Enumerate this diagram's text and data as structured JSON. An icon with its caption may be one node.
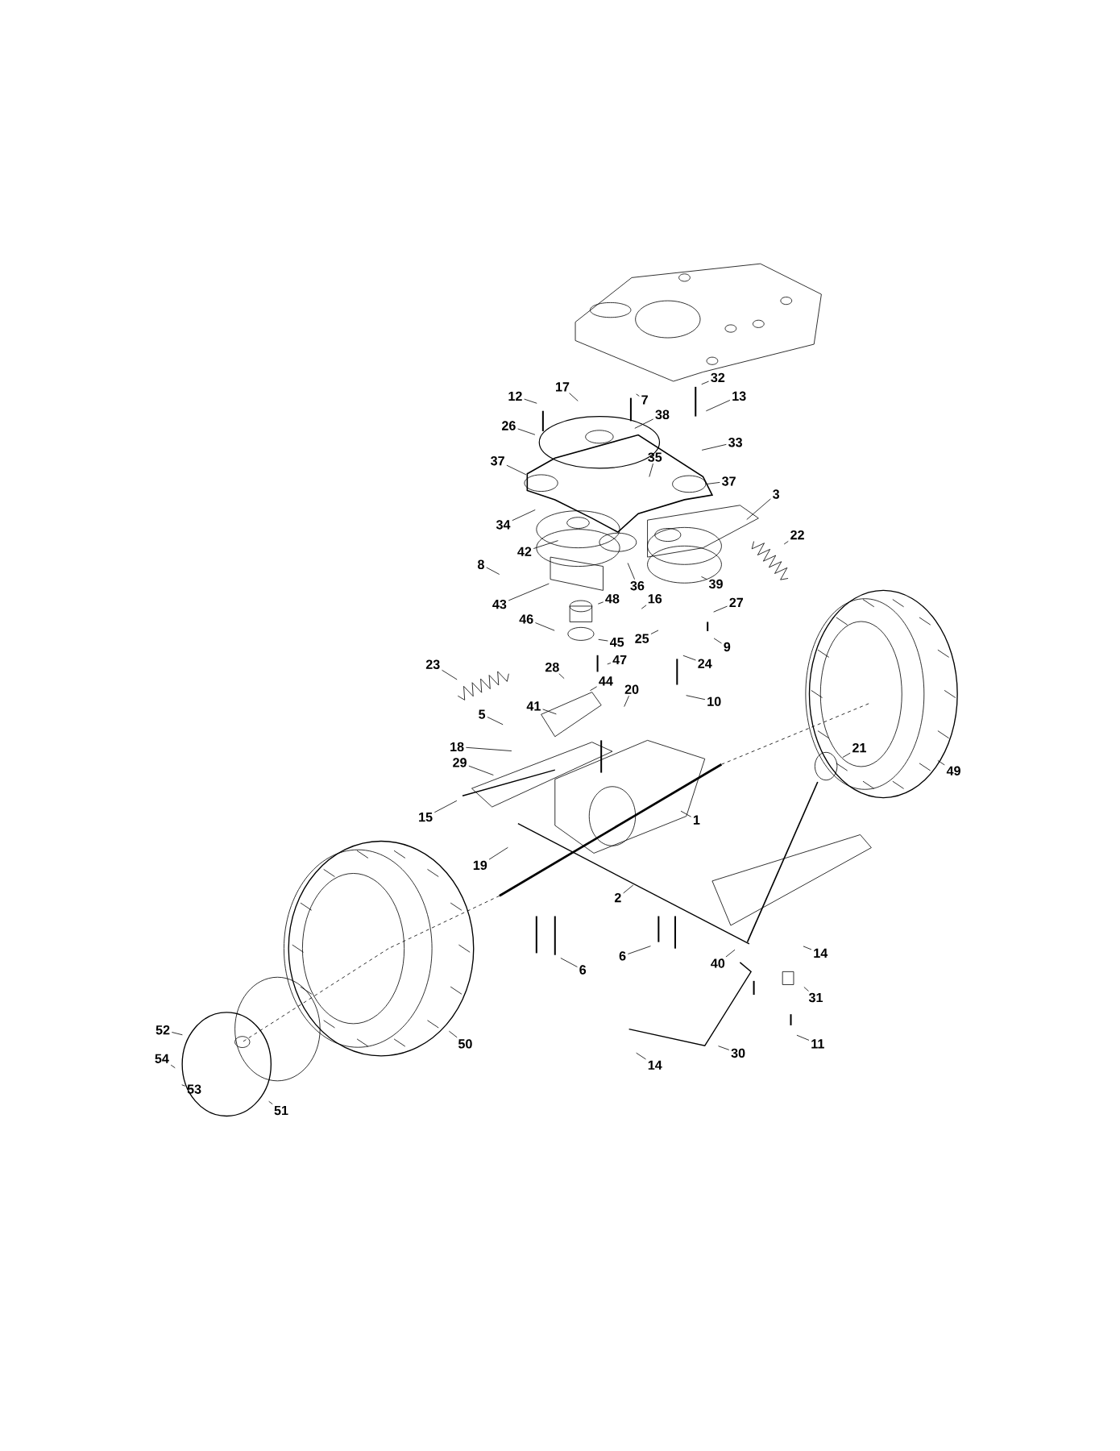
{
  "diagram": {
    "nodes": [
      {
        "text": [
          "17"
        ]
      },
      {
        "text": [
          "7"
        ]
      },
      {
        "text": [
          "32"
        ]
      },
      {
        "text": [
          "13"
        ]
      },
      {
        "text": [
          "12"
        ]
      },
      {
        "text": [
          "26"
        ]
      },
      {
        "text": [
          "38"
        ]
      },
      {
        "text": [
          "33"
        ]
      },
      {
        "text": [
          "37"
        ]
      },
      {
        "text": [
          "35"
        ]
      },
      {
        "text": [
          "37"
        ]
      },
      {
        "text": [
          "3"
        ]
      },
      {
        "text": [
          "34"
        ]
      },
      {
        "text": [
          "42"
        ]
      },
      {
        "text": [
          "22"
        ]
      },
      {
        "text": [
          "8"
        ]
      },
      {
        "text": [
          "43"
        ]
      },
      {
        "text": [
          "36"
        ]
      },
      {
        "text": [
          "39"
        ]
      },
      {
        "text": [
          "48"
        ]
      },
      {
        "text": [
          "16"
        ]
      },
      {
        "text": [
          "27"
        ]
      },
      {
        "text": [
          "46"
        ]
      },
      {
        "text": [
          "25"
        ]
      },
      {
        "text": [
          "9"
        ]
      },
      {
        "text": [
          "45"
        ]
      },
      {
        "text": [
          "47"
        ]
      },
      {
        "text": [
          "24"
        ]
      },
      {
        "text": [
          "23"
        ]
      },
      {
        "text": [
          "28"
        ]
      },
      {
        "text": [
          "44"
        ]
      },
      {
        "text": [
          "20"
        ]
      },
      {
        "text": [
          "10"
        ]
      },
      {
        "text": [
          "41"
        ]
      },
      {
        "text": [
          "5"
        ]
      },
      {
        "text": [
          "18"
        ]
      },
      {
        "text": [
          "29"
        ]
      },
      {
        "text": [
          "21"
        ]
      },
      {
        "text": [
          "49"
        ]
      },
      {
        "text": [
          "1"
        ]
      },
      {
        "text": [
          "15"
        ]
      },
      {
        "text": [
          "19"
        ]
      },
      {
        "text": [
          "2"
        ]
      },
      {
        "text": [
          "14"
        ]
      },
      {
        "text": [
          "6"
        ]
      },
      {
        "text": [
          "6"
        ]
      },
      {
        "text": [
          "40"
        ]
      },
      {
        "text": [
          "31"
        ]
      },
      {
        "text": [
          "11"
        ]
      },
      {
        "text": [
          "30"
        ]
      },
      {
        "text": [
          "14"
        ]
      },
      {
        "text": [
          "50"
        ]
      },
      {
        "text": [
          "52"
        ]
      },
      {
        "text": [
          "54"
        ]
      },
      {
        "text": [
          "53"
        ]
      },
      {
        "text": [
          "51"
        ]
      }
    ],
    "edges": [
      {
        "from": 0,
        "to": null,
        "arrow": "none"
      },
      {
        "from": 1,
        "to": null,
        "arrow": "none"
      },
      {
        "from": 2,
        "to": null,
        "arrow": "none"
      },
      {
        "from": 3,
        "to": null,
        "arrow": "none"
      },
      {
        "from": 4,
        "to": null,
        "arrow": "none"
      },
      {
        "from": 5,
        "to": null,
        "arrow": "none"
      },
      {
        "from": 6,
        "to": null,
        "arrow": "none"
      },
      {
        "from": 7,
        "to": null,
        "arrow": "none"
      },
      {
        "from": 8,
        "to": null,
        "arrow": "none"
      },
      {
        "from": 9,
        "to": null,
        "arrow": "none"
      },
      {
        "from": 10,
        "to": null,
        "arrow": "none"
      },
      {
        "from": 11,
        "to": null,
        "arrow": "none"
      },
      {
        "from": 12,
        "to": null,
        "arrow": "none"
      },
      {
        "from": 13,
        "to": null,
        "arrow": "none"
      },
      {
        "from": 14,
        "to": null,
        "arrow": "none"
      },
      {
        "from": 15,
        "to": null,
        "arrow": "none"
      },
      {
        "from": 16,
        "to": null,
        "arrow": "none"
      },
      {
        "from": 17,
        "to": null,
        "arrow": "none"
      },
      {
        "from": 18,
        "to": null,
        "arrow": "none"
      },
      {
        "from": 19,
        "to": null,
        "arrow": "none"
      },
      {
        "from": 20,
        "to": null,
        "arrow": "none"
      },
      {
        "from": 21,
        "to": null,
        "arrow": "none"
      },
      {
        "from": 22,
        "to": null,
        "arrow": "none"
      },
      {
        "from": 23,
        "to": null,
        "arrow": "none"
      },
      {
        "from": 24,
        "to": null,
        "arrow": "none"
      },
      {
        "from": 25,
        "to": null,
        "arrow": "none"
      },
      {
        "from": 26,
        "to": null,
        "arrow": "none"
      },
      {
        "from": 27,
        "to": null,
        "arrow": "none"
      },
      {
        "from": 28,
        "to": null,
        "arrow": "none"
      },
      {
        "from": 29,
        "to": null,
        "arrow": "none"
      },
      {
        "from": 30,
        "to": null,
        "arrow": "none"
      },
      {
        "from": 31,
        "to": null,
        "arrow": "none"
      },
      {
        "from": 32,
        "to": null,
        "arrow": "none"
      },
      {
        "from": 33,
        "to": null,
        "arrow": "none"
      },
      {
        "from": 34,
        "to": null,
        "arrow": "none"
      },
      {
        "from": 35,
        "to": null,
        "arrow": "none"
      },
      {
        "from": 36,
        "to": null,
        "arrow": "none"
      },
      {
        "from": 37,
        "to": null,
        "arrow": "none"
      },
      {
        "from": 38,
        "to": null,
        "arrow": "none"
      },
      {
        "from": 39,
        "to": null,
        "arrow": "none"
      },
      {
        "from": 40,
        "to": null,
        "arrow": "none"
      },
      {
        "from": 41,
        "to": null,
        "arrow": "none"
      },
      {
        "from": 42,
        "to": null,
        "arrow": "none"
      },
      {
        "from": 43,
        "to": null,
        "arrow": "none"
      },
      {
        "from": 44,
        "to": null,
        "arrow": "none"
      },
      {
        "from": 45,
        "to": null,
        "arrow": "none"
      },
      {
        "from": 46,
        "to": null,
        "arrow": "none"
      },
      {
        "from": 47,
        "to": null,
        "arrow": "none"
      },
      {
        "from": 48,
        "to": null,
        "arrow": "none"
      },
      {
        "from": 49,
        "to": null,
        "arrow": "none"
      },
      {
        "from": 50,
        "to": null,
        "arrow": "none"
      },
      {
        "from": 51,
        "to": null,
        "arrow": "none"
      },
      {
        "from": 52,
        "to": null,
        "arrow": "none"
      },
      {
        "from": 53,
        "to": null,
        "arrow": "none"
      },
      {
        "from": 54,
        "to": null,
        "arrow": "none"
      },
      {
        "from": 55,
        "to": null,
        "arrow": "none"
      }
    ]
  }
}
